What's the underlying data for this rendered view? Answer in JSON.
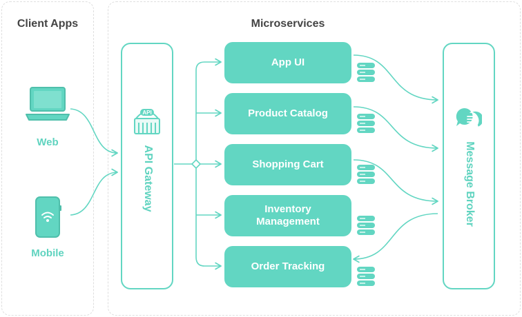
{
  "client_apps": {
    "title": "Client Apps",
    "web": {
      "label": "Web",
      "icon": "laptop-icon"
    },
    "mobile": {
      "label": "Mobile",
      "icon": "mobile-phone-icon"
    }
  },
  "microservices": {
    "title": "Microservices",
    "services": [
      {
        "label": "App UI",
        "database_icon": "database-icon"
      },
      {
        "label": "Product Catalog",
        "database_icon": "database-icon"
      },
      {
        "label": "Shopping Cart",
        "database_icon": "database-icon"
      },
      {
        "label": "Inventory Management",
        "database_icon": "database-icon"
      },
      {
        "label": "Order Tracking",
        "database_icon": "database-icon"
      }
    ]
  },
  "api_gateway": {
    "label": "API Gateway",
    "icon": "api-gateway-icon",
    "badge": "API"
  },
  "message_broker": {
    "label": "Message Broker",
    "icon": "chat-bubbles-icon"
  },
  "colors": {
    "accent": "#62d6c2",
    "text_dark": "#444444",
    "border_dashed": "#dedede"
  }
}
